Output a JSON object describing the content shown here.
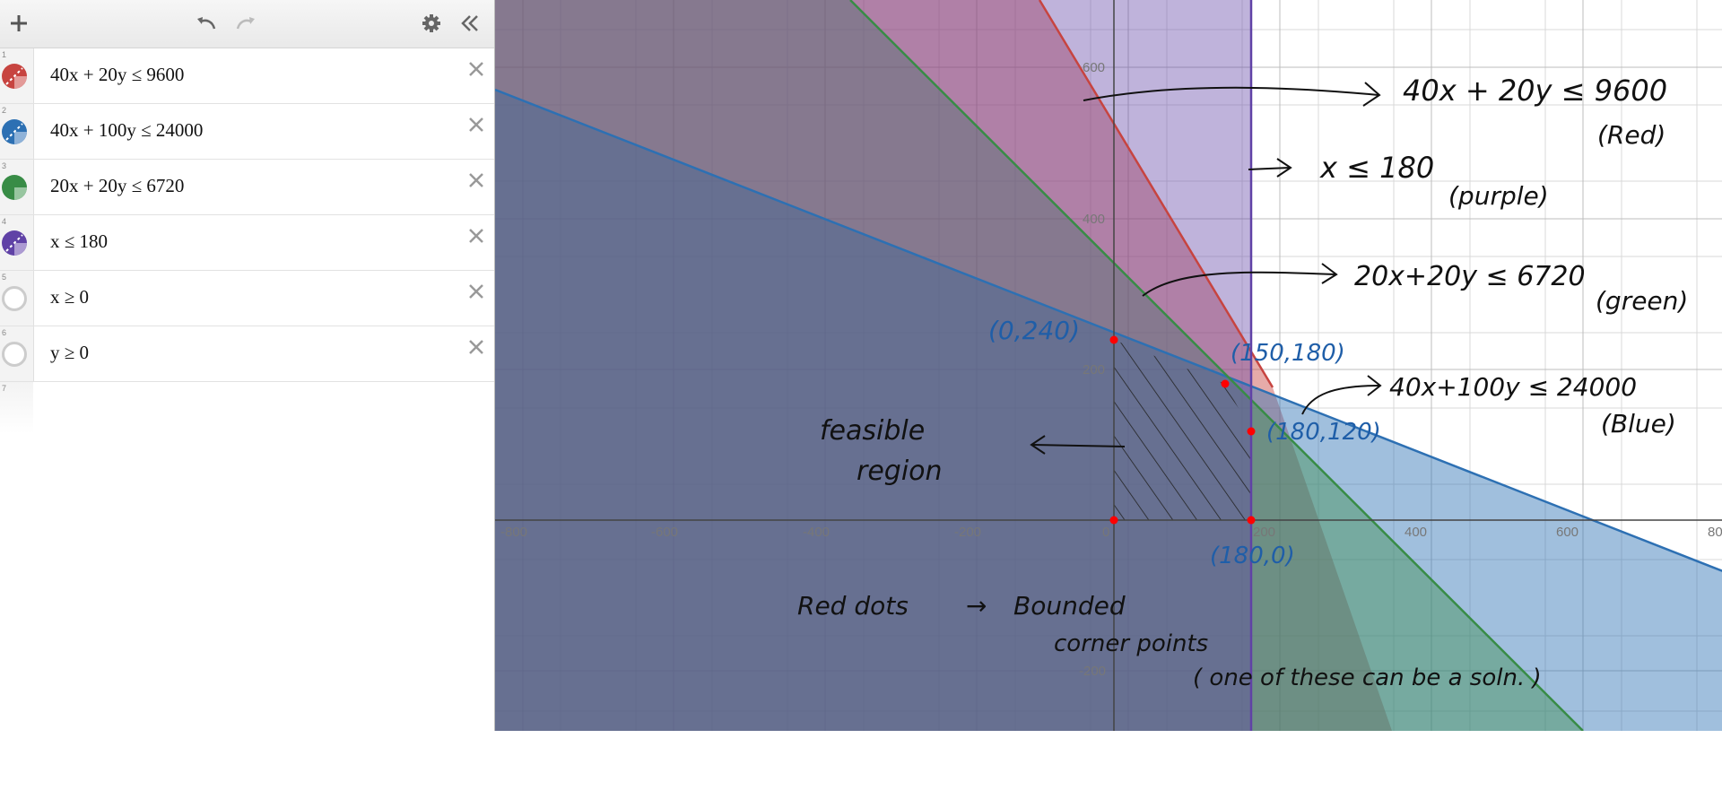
{
  "toolbar": {
    "add_icon": "plus-icon",
    "undo_icon": "undo-icon",
    "redo_icon": "redo-icon",
    "settings_icon": "gear-icon",
    "collapse_icon": "double-chevron-left-icon"
  },
  "expressions": [
    {
      "number": "1",
      "color": "#c74440",
      "latex": "40x + 20y ≤ 9600"
    },
    {
      "number": "2",
      "color": "#2d70b3",
      "latex": "40x + 100y ≤ 24000"
    },
    {
      "number": "3",
      "color": "#388c46",
      "latex": "20x + 20y ≤ 6720"
    },
    {
      "number": "4",
      "color": "#6042a6",
      "latex": "x ≤ 180"
    },
    {
      "number": "5",
      "color": "#cccccc",
      "latex": "x ≥ 0"
    },
    {
      "number": "6",
      "color": "#cccccc",
      "latex": "y ≥ 0"
    },
    {
      "number": "7",
      "color": "",
      "latex": ""
    }
  ],
  "graph": {
    "x_ticks": [
      "-800",
      "-600",
      "-400",
      "-200",
      "0",
      "200",
      "400",
      "600",
      "80"
    ],
    "y_ticks": [
      "600",
      "400",
      "200",
      "-200"
    ],
    "colors": {
      "red": "#c74440",
      "blue": "#2d70b3",
      "green": "#388c46",
      "purple": "#6042a6",
      "corner_dots": "#ff0000"
    },
    "corner_points": [
      {
        "x": 0,
        "y": 240,
        "label": "(0,240)"
      },
      {
        "x": 150,
        "y": 180,
        "label": "(150,180)"
      },
      {
        "x": 180,
        "y": 120,
        "label": "(180,120)"
      },
      {
        "x": 180,
        "y": 0,
        "label": "(180,0)"
      },
      {
        "x": 0,
        "y": 0,
        "label": ""
      }
    ],
    "annotations": {
      "red_eq": "40x + 20y ≤ 9600",
      "red_name": "(Red)",
      "purple_eq": "x ≤ 180",
      "purple_name": "(purple)",
      "green_eq": "20x+20y ≤ 6720",
      "green_name": "(green)",
      "blue_eq": "40x+100y ≤ 24000",
      "blue_name": "(Blue)",
      "feasible_1": "feasible",
      "feasible_2": "region",
      "dots_1": "Red dots",
      "dots_arrow": "→",
      "dots_2": "Bounded",
      "dots_3": "corner points",
      "dots_4": "( one of these can be a soln. )"
    }
  }
}
